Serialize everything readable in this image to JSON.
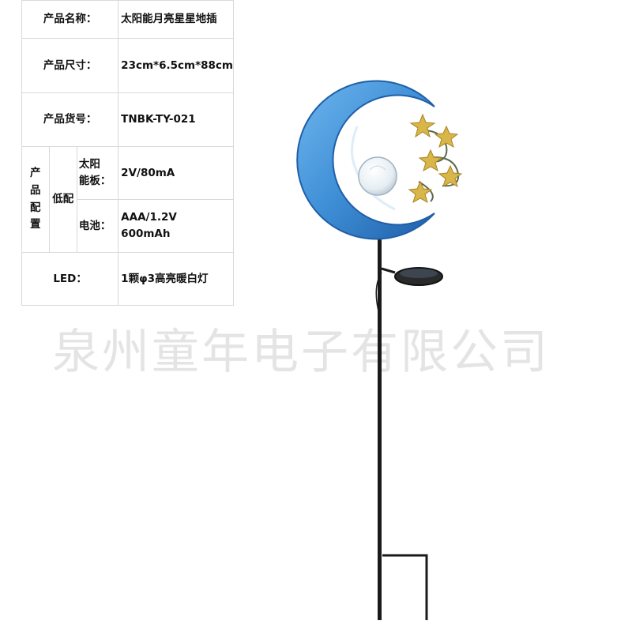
{
  "spec_table": {
    "name_label": "产品名称：",
    "name_value": "太阳能月亮星星地插",
    "size_label": "产品尺寸：",
    "size_value": "23cm*6.5cm*88cm",
    "code_label": "产品货号：",
    "code_value": "TNBK-TY-021",
    "config_label": [
      "产",
      "品",
      "配",
      "置"
    ],
    "config_level": "低配",
    "solar_label_line1": "太阳",
    "solar_label_line2": "能板：",
    "solar_value": "2V/80mA",
    "battery_label": "电池：",
    "battery_value_line1": "AAA/1.2V",
    "battery_value_line2": "600mAh",
    "led_label": "LED：",
    "led_value": "1颗φ3高亮暖白灯"
  },
  "watermark": "泉州童年电子有限公司",
  "colors": {
    "moon_blue": "#3f8fd6",
    "moon_dark": "#1f5fa8",
    "stake": "#1a1a1a",
    "star_gold": "#d8b64a",
    "table_border": "#d9d9d9",
    "watermark": "#e4e4e4"
  }
}
